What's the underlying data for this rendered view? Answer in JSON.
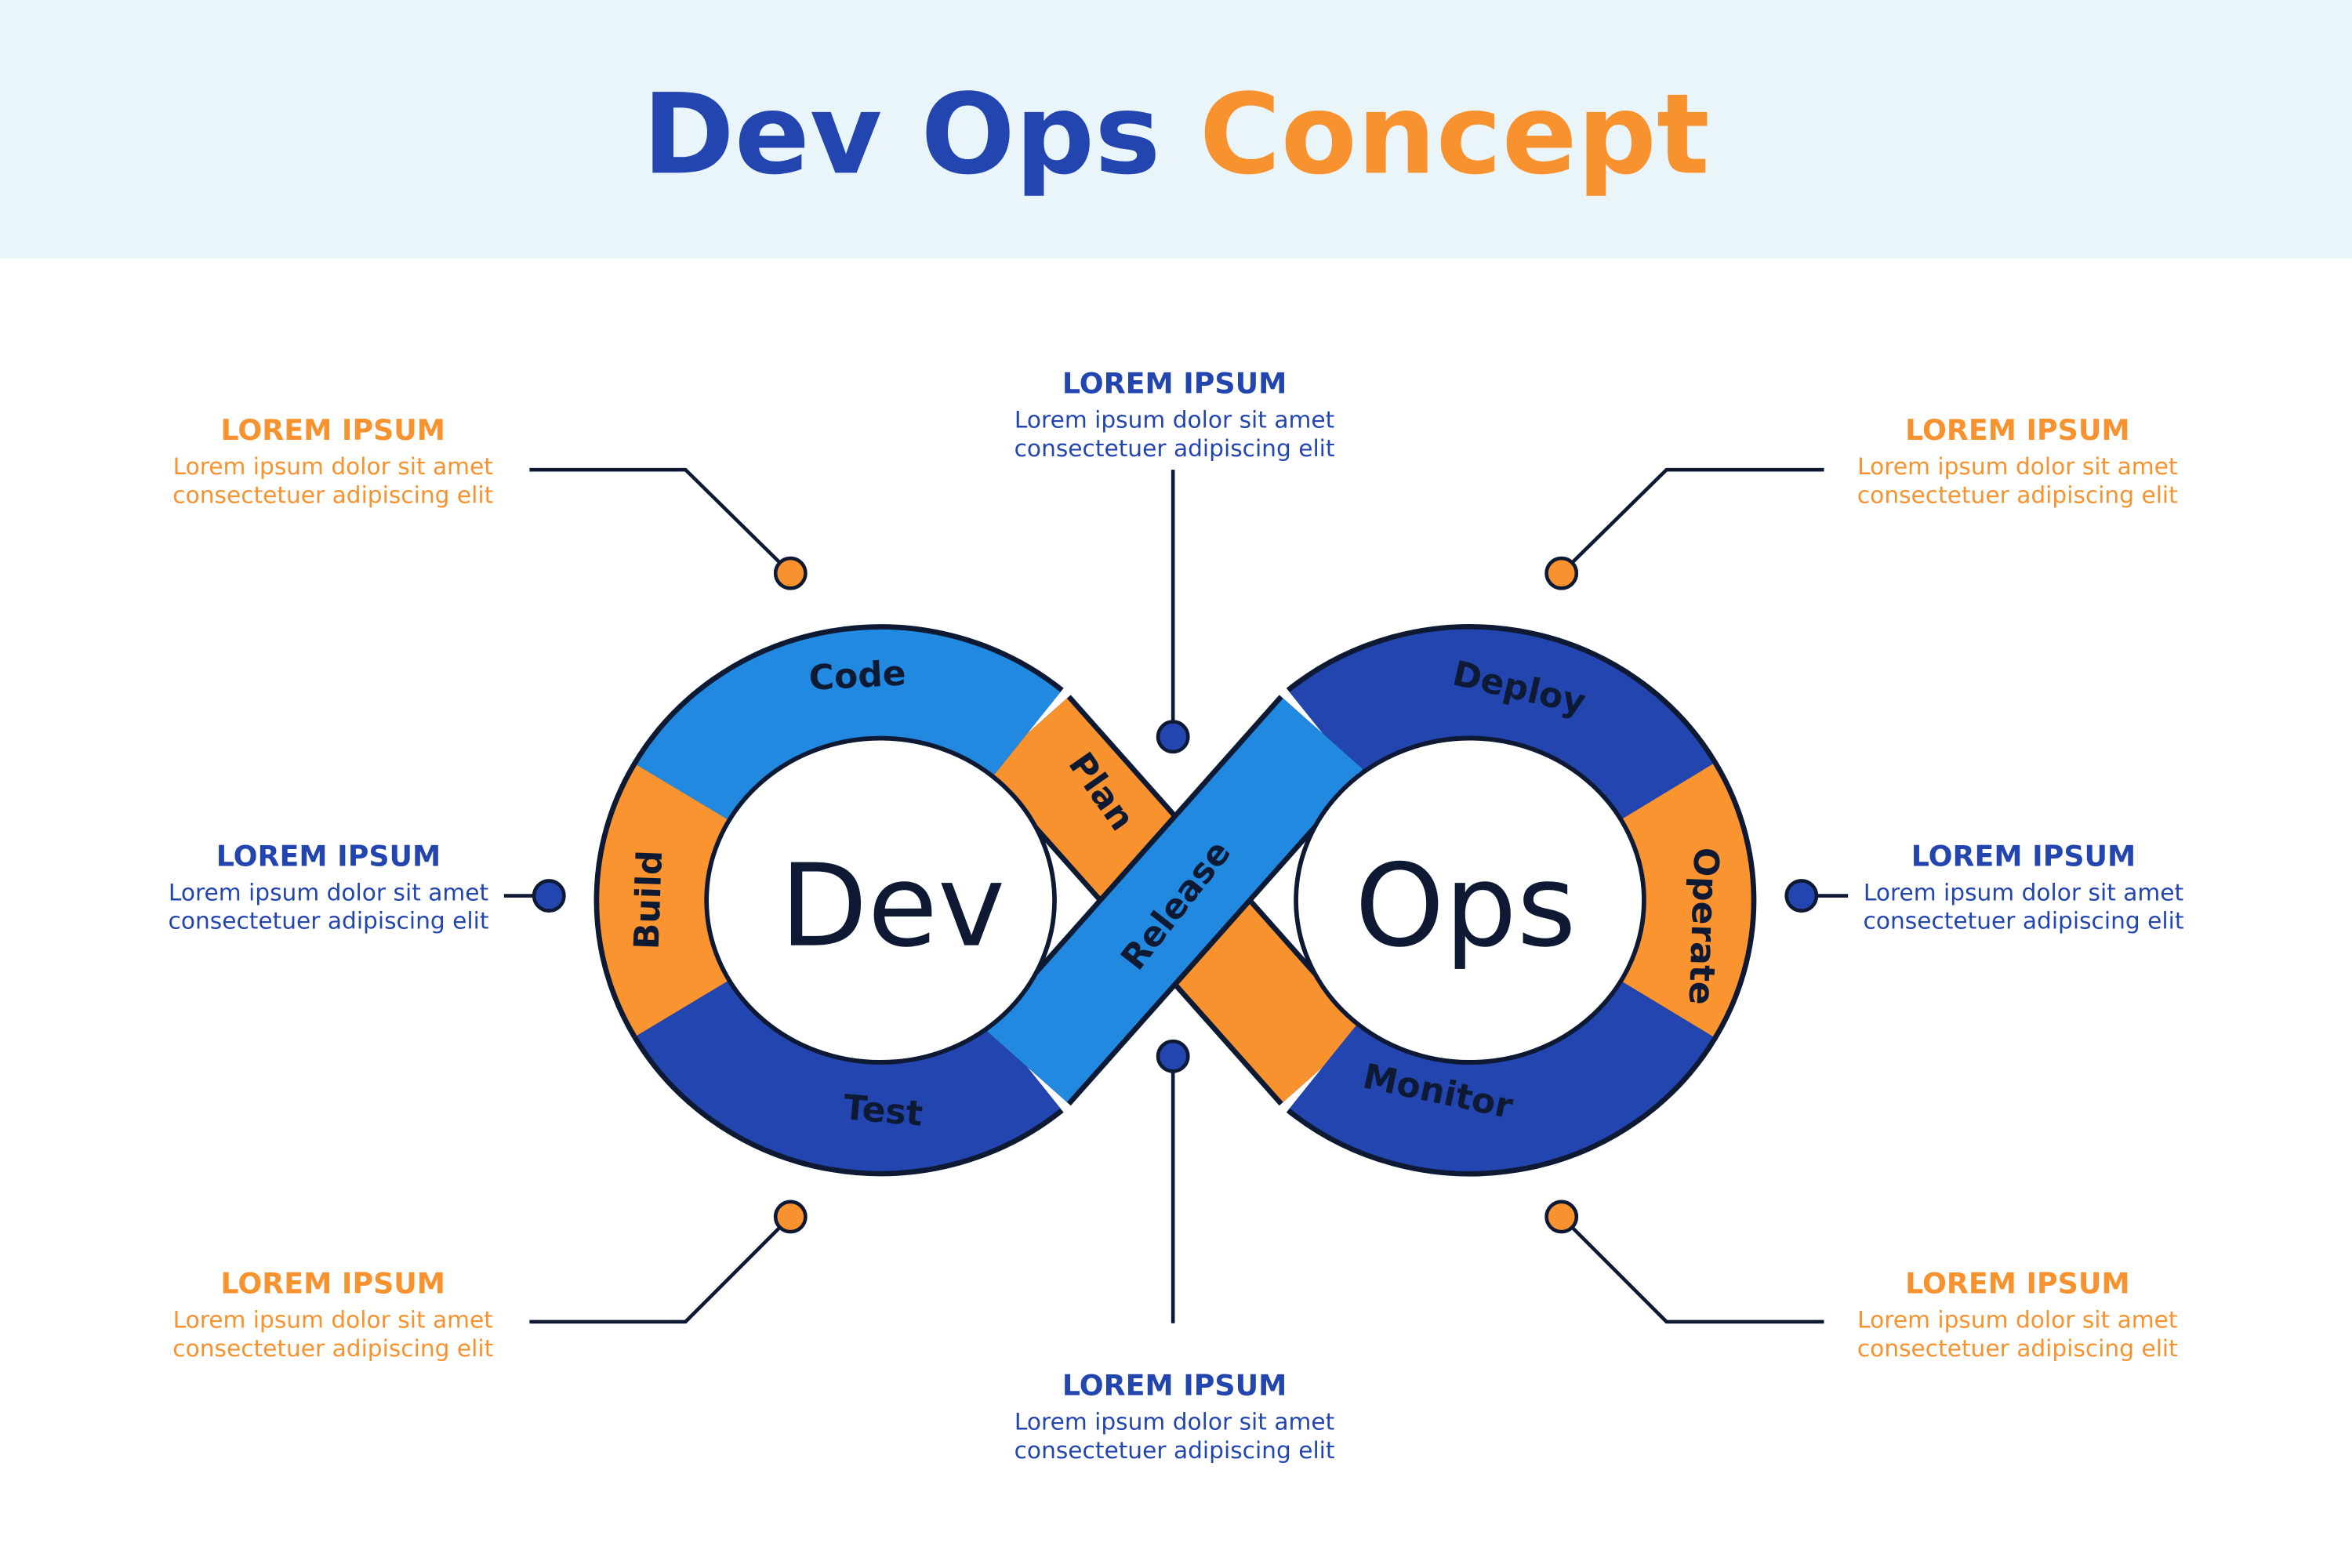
{
  "header": {
    "title_part1": "Dev Ops",
    "title_part2": "Concept"
  },
  "center": {
    "left_word": "Dev",
    "right_word": "Ops"
  },
  "stages": {
    "code": "Code",
    "build": "Build",
    "test": "Test",
    "plan": "Plan",
    "release": "Release",
    "deploy": "Deploy",
    "operate": "Operate",
    "monitor": "Monitor"
  },
  "callouts": {
    "top_left": {
      "heading": "LOREM IPSUM",
      "line1": "Lorem ipsum dolor sit amet",
      "line2": "consectetuer adipiscing elit"
    },
    "top_center": {
      "heading": "LOREM IPSUM",
      "line1": "Lorem ipsum dolor sit amet",
      "line2": "consectetuer adipiscing elit"
    },
    "top_right": {
      "heading": "LOREM IPSUM",
      "line1": "Lorem ipsum dolor sit amet",
      "line2": "consectetuer adipiscing elit"
    },
    "mid_left": {
      "heading": "LOREM IPSUM",
      "line1": "Lorem ipsum dolor sit amet",
      "line2": "consectetuer adipiscing elit"
    },
    "mid_right": {
      "heading": "LOREM IPSUM",
      "line1": "Lorem ipsum dolor sit amet",
      "line2": "consectetuer adipiscing elit"
    },
    "bottom_left": {
      "heading": "LOREM IPSUM",
      "line1": "Lorem ipsum dolor sit amet",
      "line2": "consectetuer adipiscing elit"
    },
    "bottom_center": {
      "heading": "LOREM IPSUM",
      "line1": "Lorem ipsum dolor sit amet",
      "line2": "consectetuer adipiscing elit"
    },
    "bottom_right": {
      "heading": "LOREM IPSUM",
      "line1": "Lorem ipsum dolor sit amet",
      "line2": "consectetuer adipiscing elit"
    }
  },
  "colors": {
    "blue": "#2345b0",
    "light_blue": "#2289e0",
    "orange": "#f7922f",
    "header_bg": "#eaf5fa",
    "ink": "#0e1a33"
  }
}
